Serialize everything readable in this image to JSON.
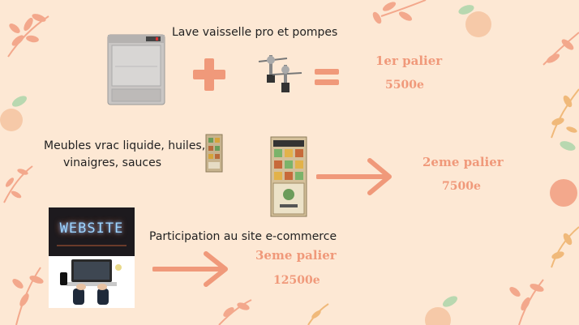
{
  "colors": {
    "background": "#fde8d4",
    "accent": "#f0997a",
    "leaf": "#f3a88c",
    "leaf_green": "#b8d8b0",
    "peach": "#f6c9a8",
    "text": "#222222"
  },
  "rows": [
    {
      "caption": "Lave vaisselle pro et pompes",
      "tier_label": "1er palier",
      "tier_amount": "5500e",
      "icons": [
        "dishwasher-image",
        "plus-icon",
        "pump-dispensers-image",
        "equals-icon"
      ]
    },
    {
      "caption_line1": "Meubles vrac liquide, huiles,",
      "caption_line2": "vinaigres, sauces",
      "tier_label": "2eme palier",
      "tier_amount": "7500e",
      "icons": [
        "small-bulk-shelf-image",
        "bulk-furniture-image",
        "arrow-right-icon"
      ]
    },
    {
      "caption": "Participation au site e-commerce",
      "tier_label": "3eme palier",
      "tier_amount": "12500e",
      "icons": [
        "website-neon-image",
        "laptop-desk-image",
        "arrow-right-icon"
      ]
    }
  ],
  "images": {
    "website_sign_text": "WEBSITE"
  }
}
